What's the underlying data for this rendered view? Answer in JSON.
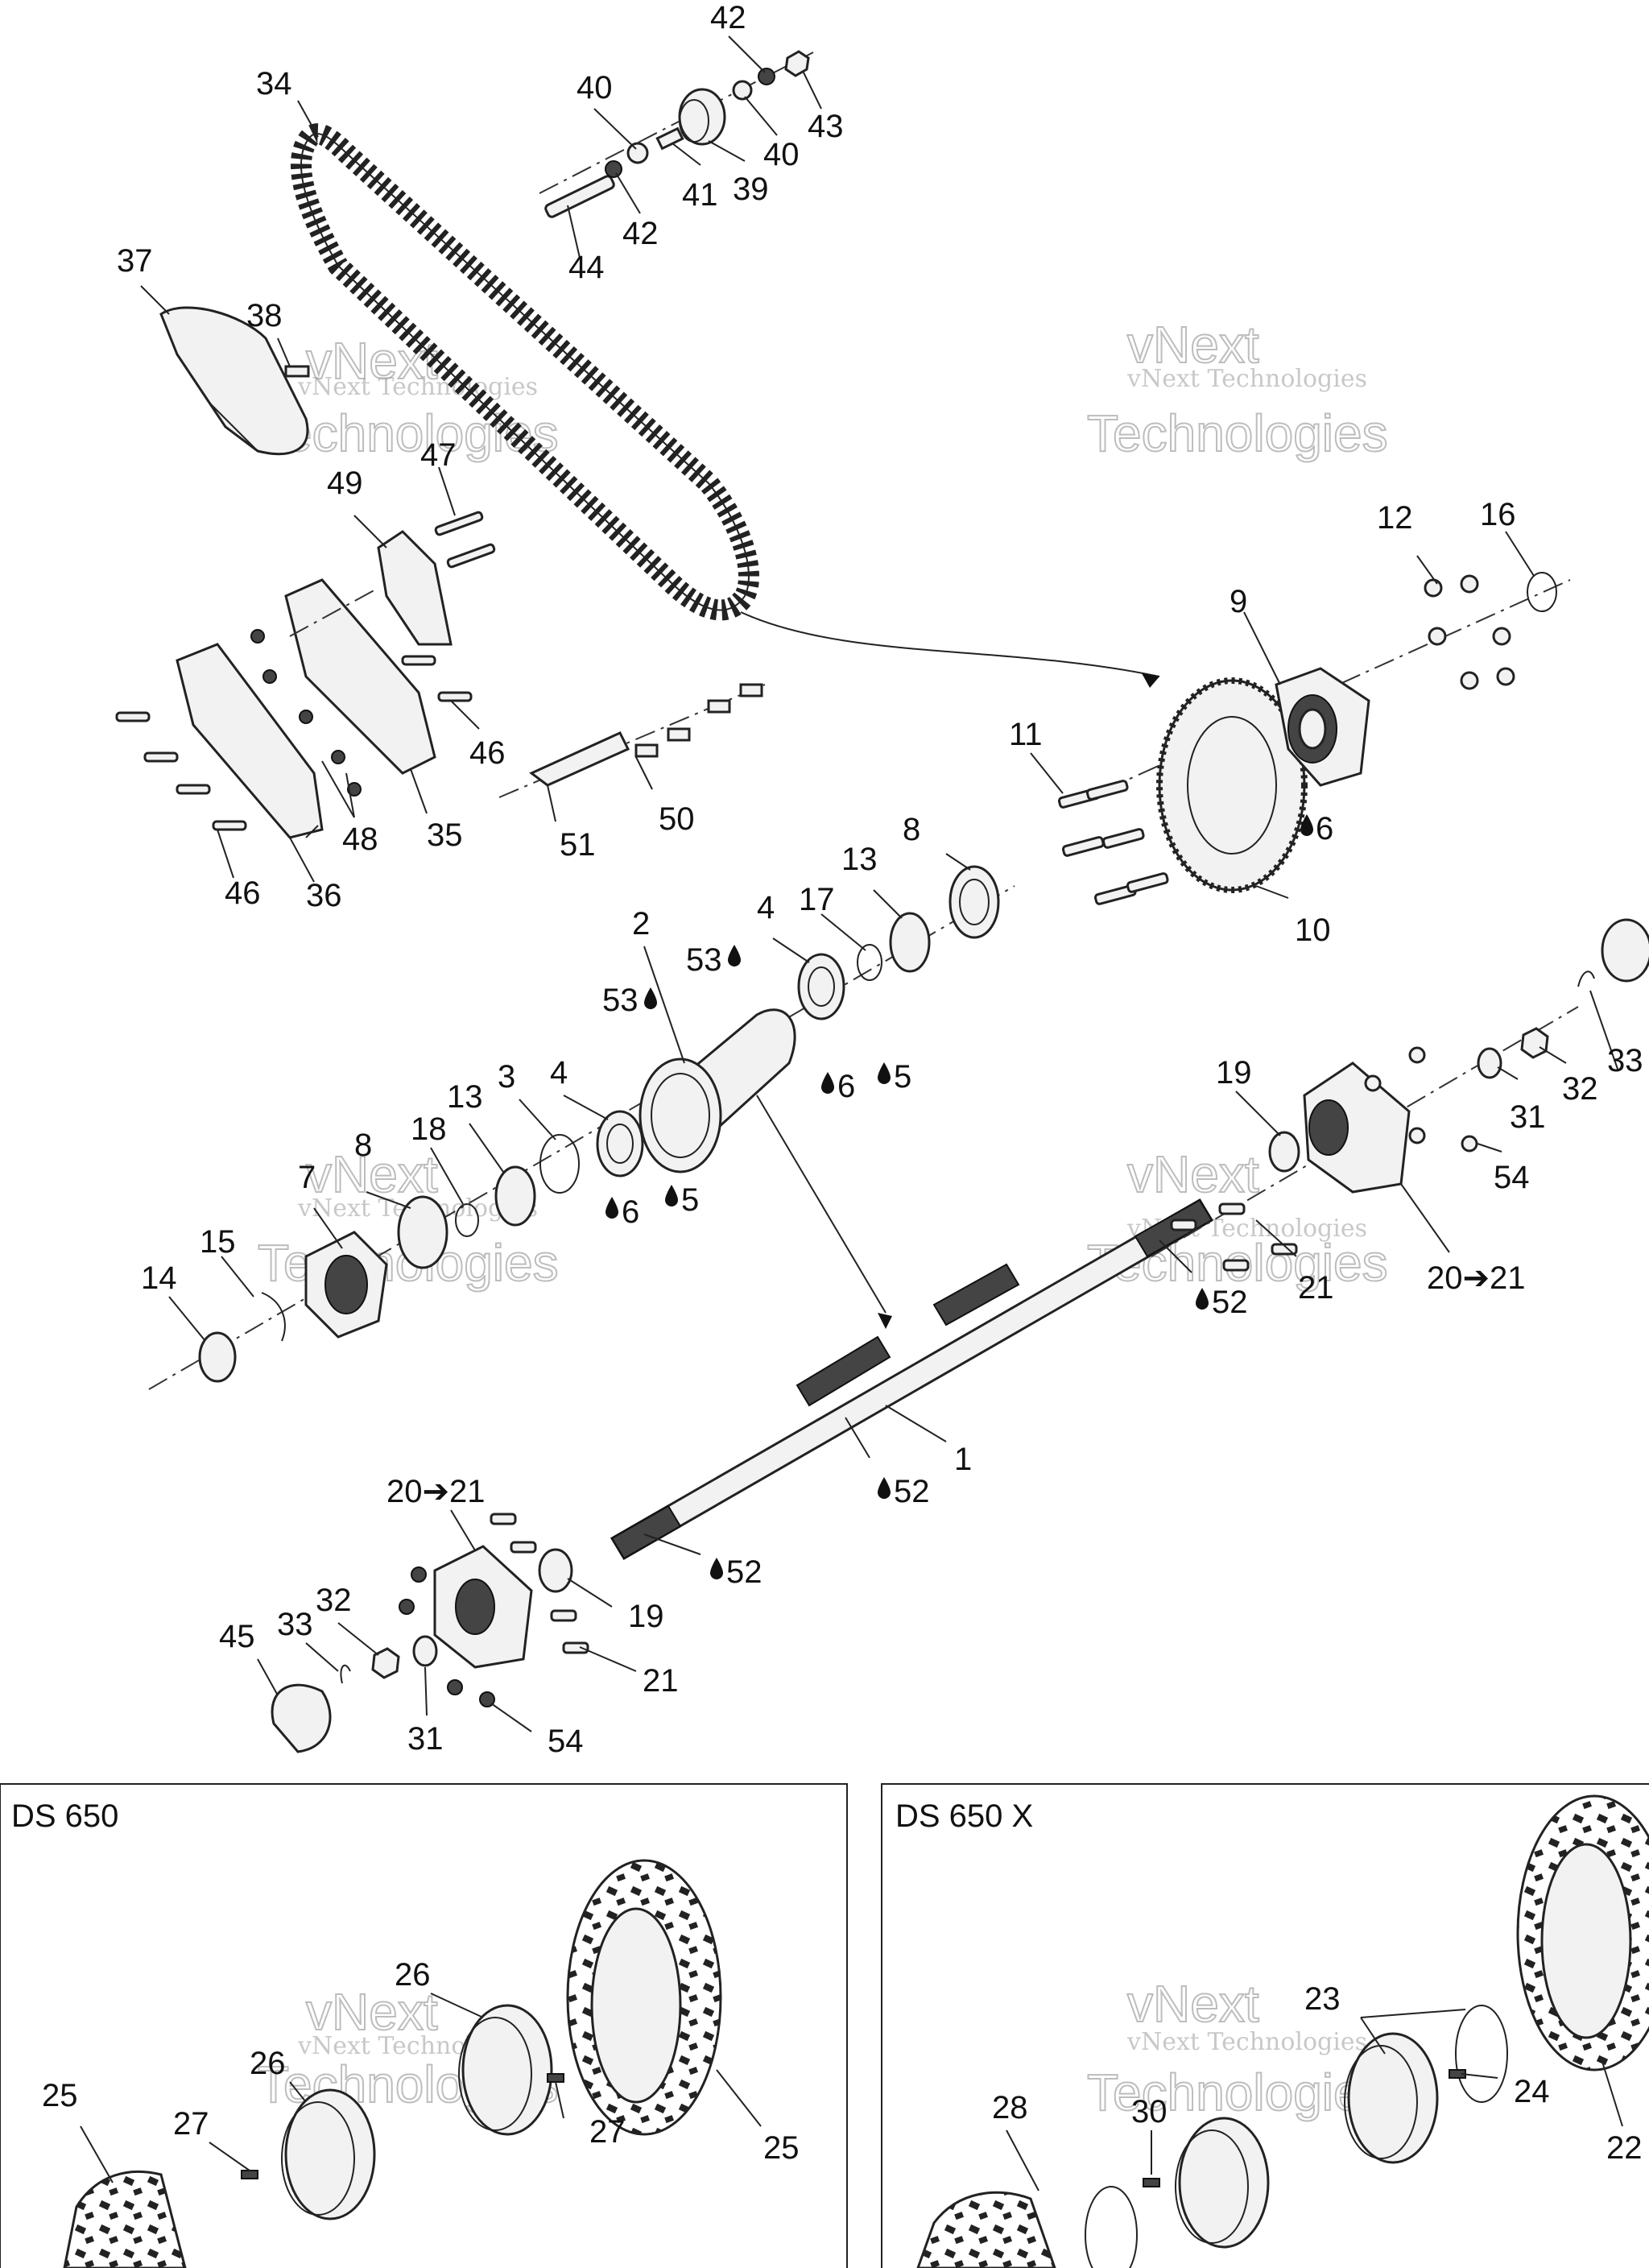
{
  "watermark": {
    "line1": "vNext Technologies",
    "line2": "vNext",
    "line3": "Technologies"
  },
  "panels": {
    "left_title": "DS 650",
    "right_title": "DS 650 X"
  },
  "labels": {
    "n1": "1",
    "n2": "2",
    "n3": "3",
    "n4a": "4",
    "n4b": "4",
    "n5a": "5",
    "n5b": "5",
    "n6a": "6",
    "n6b": "6",
    "n6c": "6",
    "n7": "7",
    "n8a": "8",
    "n8b": "8",
    "n9": "9",
    "n10": "10",
    "n11": "11",
    "n12": "12",
    "n13a": "13",
    "n13b": "13",
    "n14": "14",
    "n15": "15",
    "n16": "16",
    "n17": "17",
    "n18": "18",
    "n19a": "19",
    "n19b": "19",
    "n20a": "20➔21",
    "n20b": "20➔21",
    "n21a": "21",
    "n21b": "21",
    "n22": "22",
    "n23": "23",
    "n24": "24",
    "n25a": "25",
    "n25b": "25",
    "n26a": "26",
    "n26b": "26",
    "n27a": "27",
    "n27b": "27",
    "n28": "28",
    "n30": "30",
    "n31a": "31",
    "n31b": "31",
    "n32a": "32",
    "n32b": "32",
    "n33a": "33",
    "n33b": "33",
    "n34": "34",
    "n35": "35",
    "n36": "36",
    "n37": "37",
    "n38": "38",
    "n39": "39",
    "n40a": "40",
    "n40b": "40",
    "n41": "41",
    "n42a": "42",
    "n42b": "42",
    "n43": "43",
    "n44": "44",
    "n45": "45",
    "n46a": "46",
    "n46b": "46",
    "n47": "47",
    "n48": "48",
    "n49": "49",
    "n50": "50",
    "n51": "51",
    "n52a": "52",
    "n52b": "52",
    "n52c": "52",
    "n53a": "53",
    "n53b": "53",
    "n54a": "54",
    "n54b": "54"
  },
  "icons": {
    "drop": "lubricant-drop-icon",
    "arrow": "replaces-arrow-icon"
  }
}
